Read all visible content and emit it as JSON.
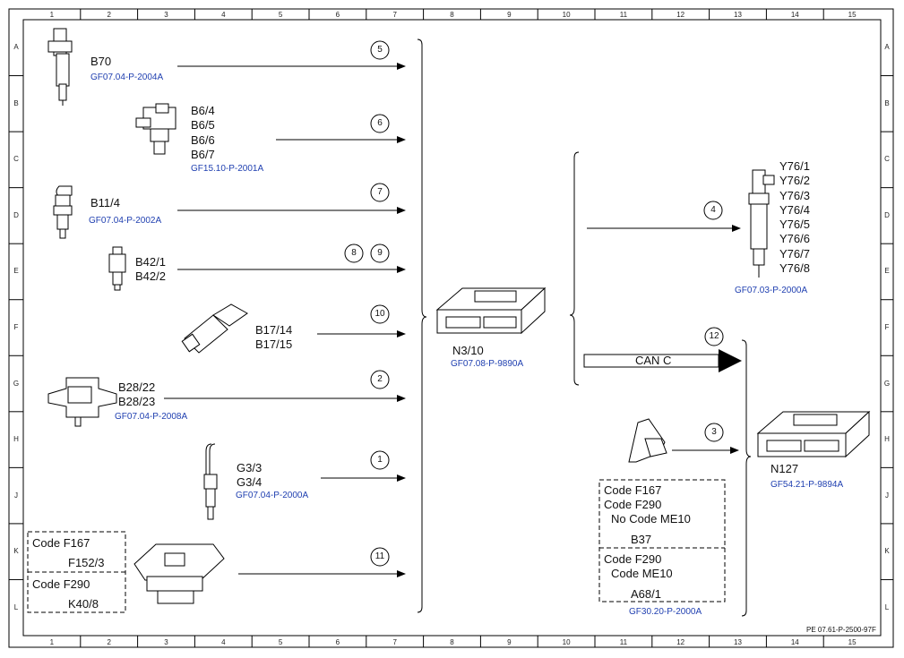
{
  "grid": {
    "columns": [
      "1",
      "2",
      "3",
      "4",
      "5",
      "6",
      "7",
      "8",
      "9",
      "10",
      "11",
      "12",
      "13",
      "14",
      "15"
    ],
    "rows": [
      "A",
      "B",
      "C",
      "D",
      "E",
      "F",
      "G",
      "H",
      "J",
      "K",
      "L"
    ]
  },
  "components": [
    {
      "id": "b70",
      "codes": [
        "B70"
      ],
      "ref": "GF07.04-P-2004A",
      "circle": "5"
    },
    {
      "id": "b6",
      "codes": [
        "B6/4",
        "B6/5",
        "B6/6",
        "B6/7"
      ],
      "ref": "GF15.10-P-2001A",
      "circle": "6"
    },
    {
      "id": "b11",
      "codes": [
        "B11/4"
      ],
      "ref": "GF07.04-P-2002A",
      "circle": "7"
    },
    {
      "id": "b42",
      "codes": [
        "B42/1",
        "B42/2"
      ],
      "circles": [
        "8",
        "9"
      ]
    },
    {
      "id": "b17",
      "codes": [
        "B17/14",
        "B17/15"
      ],
      "circle": "10"
    },
    {
      "id": "b28",
      "codes": [
        "B28/22",
        "B28/23"
      ],
      "ref": "GF07.04-P-2008A",
      "circle": "2"
    },
    {
      "id": "g3",
      "codes": [
        "G3/3",
        "G3/4"
      ],
      "ref": "GF07.04-P-2000A",
      "circle": "1"
    },
    {
      "id": "relay",
      "box_top": [
        "Code F167",
        "F152/3"
      ],
      "box_bottom": [
        "Code F290",
        "K40/8"
      ],
      "circle": "11"
    }
  ],
  "center_unit": {
    "code": "N3/10",
    "ref": "GF07.08-P-9890A"
  },
  "injectors": {
    "codes": [
      "Y76/1",
      "Y76/2",
      "Y76/3",
      "Y76/4",
      "Y76/5",
      "Y76/6",
      "Y76/7",
      "Y76/8"
    ],
    "ref": "GF07.03-P-2000A",
    "circle": "4"
  },
  "can_bus": {
    "label": "CAN C",
    "circle": "12"
  },
  "pedal": {
    "circle": "3",
    "box_top": [
      "Code F167",
      "Code F290",
      "No Code ME10",
      "B37"
    ],
    "box_bottom": [
      "Code F290",
      "Code ME10",
      "A68/1"
    ],
    "ref": "GF30.20-P-2000A"
  },
  "right_unit": {
    "code": "N127",
    "ref": "GF54.21-P-9894A"
  },
  "doc_id": "PE 07.61-P-2500-97F"
}
